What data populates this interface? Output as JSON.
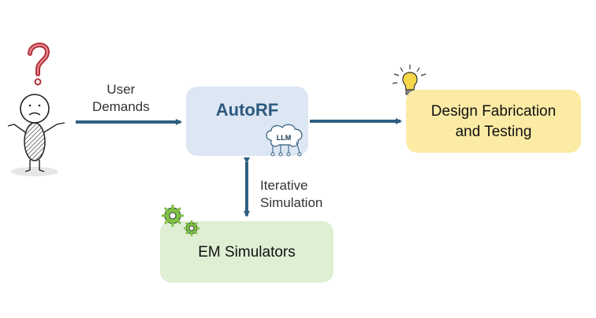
{
  "diagram": {
    "nodes": {
      "user": {
        "icon": "confused-person-icon",
        "badge_icon": "question-mark-icon"
      },
      "autorf": {
        "title": "AutoRF",
        "icon": "llm-brain-icon",
        "icon_label": "LLM",
        "color": "#dce7f3",
        "title_color": "#2e5a7e"
      },
      "fabrication": {
        "line1": "Design Fabrication",
        "line2": "and Testing",
        "icon": "lightbulb-icon",
        "color": "#fbeba4"
      },
      "em_simulators": {
        "label": "EM Simulators",
        "icon": "gears-icon",
        "color": "#deefd4"
      }
    },
    "edges": {
      "user_to_autorf": {
        "line1": "User",
        "line2": "Demands"
      },
      "autorf_to_fabrication": {
        "label": ""
      },
      "autorf_em": {
        "line1": "Iterative",
        "line2": "Simulation",
        "direction": "bidirectional"
      }
    },
    "arrow_color": "#2f5f80"
  }
}
